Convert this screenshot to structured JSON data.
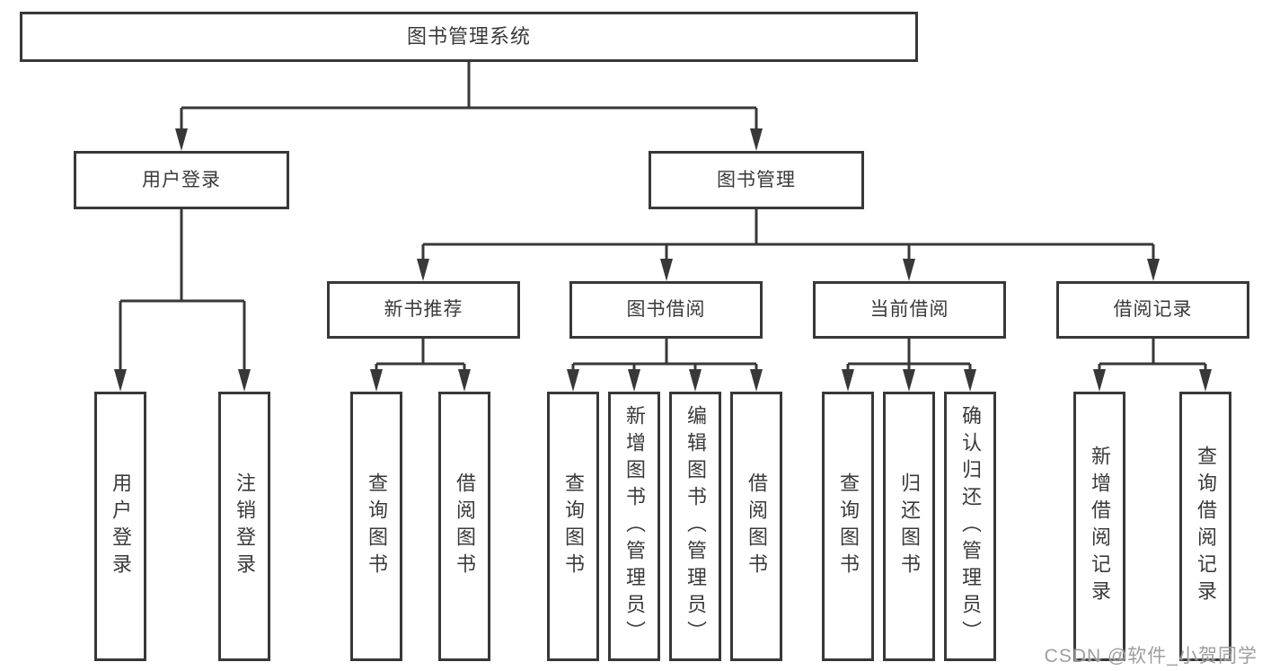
{
  "root": {
    "label": "图书管理系统",
    "children": [
      {
        "label": "用户登录",
        "children": [
          {
            "label": "用户登录"
          },
          {
            "label": "注销登录"
          }
        ]
      },
      {
        "label": "图书管理",
        "children": [
          {
            "label": "新书推荐",
            "children": [
              {
                "label": "查询图书"
              },
              {
                "label": "借阅图书"
              }
            ]
          },
          {
            "label": "图书借阅",
            "children": [
              {
                "label": "查询图书"
              },
              {
                "label": "新增图书（管理员）"
              },
              {
                "label": "编辑图书（管理员）"
              },
              {
                "label": "借阅图书"
              }
            ]
          },
          {
            "label": "当前借阅",
            "children": [
              {
                "label": "查询图书"
              },
              {
                "label": "归还图书"
              },
              {
                "label": "确认归还（管理员）"
              }
            ]
          },
          {
            "label": "借阅记录",
            "children": [
              {
                "label": "新增借阅记录"
              },
              {
                "label": "查询借阅记录"
              }
            ]
          }
        ]
      }
    ]
  },
  "watermark": "CSDN @软件_小贺同学",
  "colors": {
    "line": "#383838",
    "text": "#3a3a3a",
    "box_fill": "#ffffff",
    "watermark": "#969696"
  }
}
